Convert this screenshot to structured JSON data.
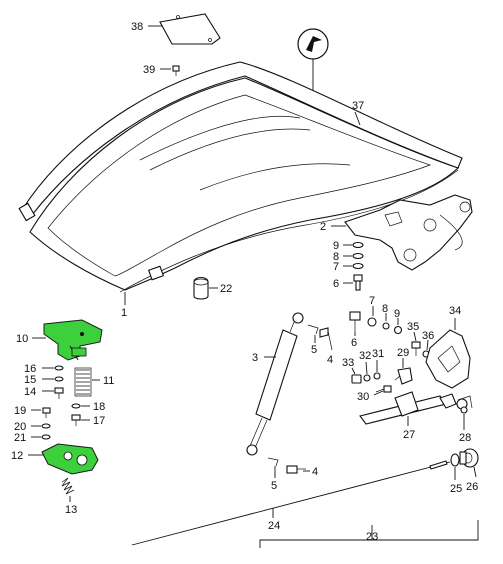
{
  "labels": {
    "l1": "1",
    "l2": "2",
    "l3": "3",
    "l4a": "4",
    "l4b": "4",
    "l5a": "5",
    "l5b": "5",
    "l6a": "6",
    "l6b": "6",
    "l7a": "7",
    "l7b": "7",
    "l8a": "8",
    "l8b": "8",
    "l9a": "9",
    "l9b": "9",
    "l10": "10",
    "l11": "11",
    "l12": "12",
    "l13": "13",
    "l14": "14",
    "l15": "15",
    "l16": "16",
    "l17": "17",
    "l18": "18",
    "l19": "19",
    "l20": "20",
    "l21": "21",
    "l22": "22",
    "l23": "23",
    "l24": "24",
    "l25": "25",
    "l26": "26",
    "l27": "27",
    "l28": "28",
    "l29": "29",
    "l30": "30",
    "l31": "31",
    "l32": "32",
    "l33": "33",
    "l34": "34",
    "l35": "35",
    "l36": "36",
    "l37": "37",
    "l38": "38",
    "l39": "39"
  },
  "colors": {
    "highlight": "#3cd13c",
    "line": "#111111"
  },
  "icons": {
    "direction_badge": "chevron-arrow-icon"
  }
}
